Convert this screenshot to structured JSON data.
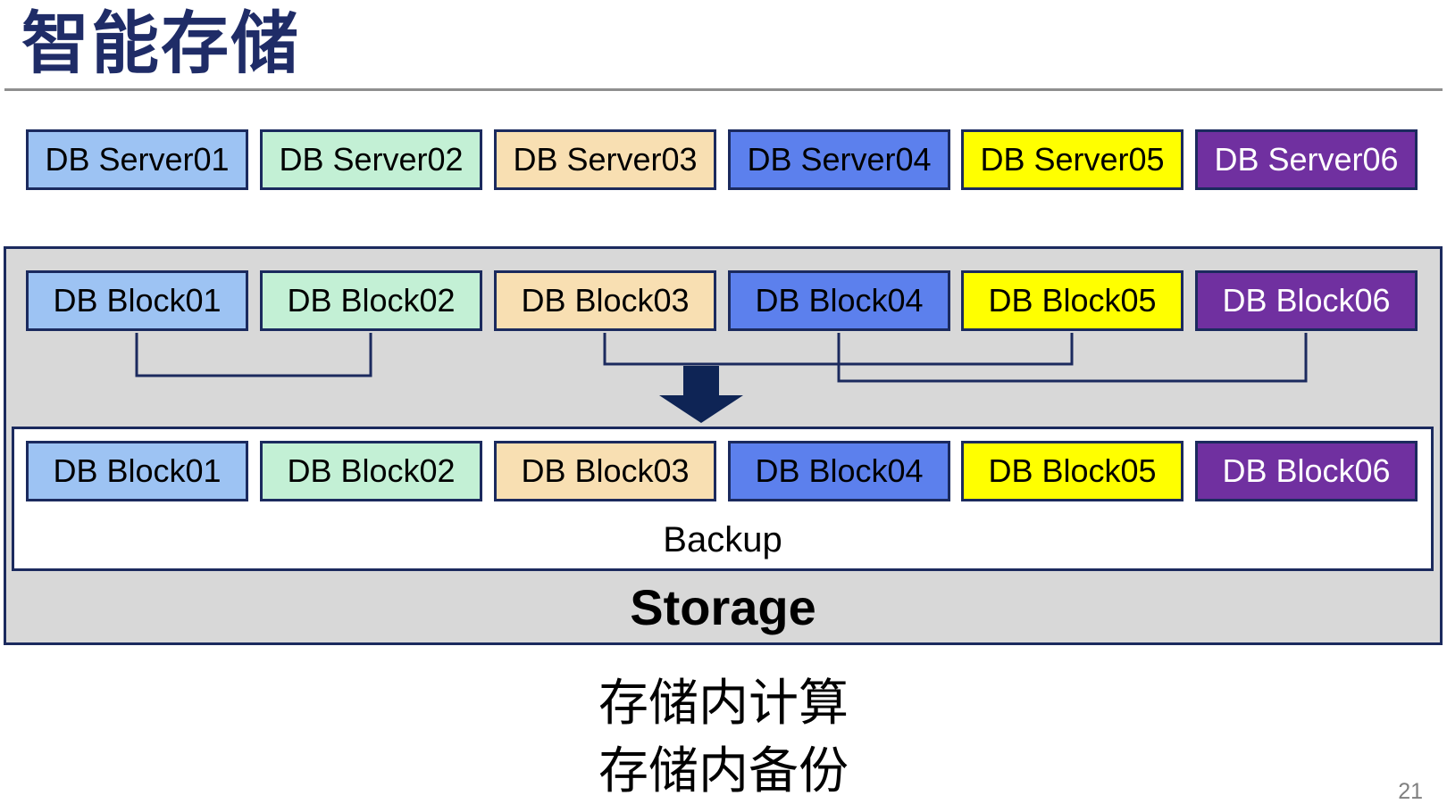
{
  "slide": {
    "title": "智能存储",
    "page_number": "21",
    "caption": {
      "line1": "存储内计算",
      "line2": "存储内备份"
    }
  },
  "colors": {
    "title": "#1F2C67",
    "rule": "#8F8F8F",
    "border": "#1B2A5E",
    "arrow": "#0E2455",
    "container_fill": "#D8D8D8",
    "col1": "#9DC3F3",
    "col2": "#C3F0D5",
    "col3": "#F8DFB2",
    "col4": "#5C80ED",
    "col5": "#FFFF00",
    "col6": "#7030A0",
    "col6_text": "#FFFFFF",
    "pagenum": "#808080"
  },
  "servers": [
    {
      "label": "DB Server01"
    },
    {
      "label": "DB Server02"
    },
    {
      "label": "DB Server03"
    },
    {
      "label": "DB Server04"
    },
    {
      "label": "DB Server05"
    },
    {
      "label": "DB Server06"
    }
  ],
  "storage": {
    "blocks_top": [
      {
        "label": "DB Block01"
      },
      {
        "label": "DB Block02"
      },
      {
        "label": "DB Block03"
      },
      {
        "label": "DB Block04"
      },
      {
        "label": "DB Block05"
      },
      {
        "label": "DB Block06"
      }
    ],
    "blocks_backup": [
      {
        "label": "DB Block01"
      },
      {
        "label": "DB Block02"
      },
      {
        "label": "DB Block03"
      },
      {
        "label": "DB Block04"
      },
      {
        "label": "DB Block05"
      },
      {
        "label": "DB Block06"
      }
    ],
    "backup_label": "Backup",
    "storage_label": "Storage"
  }
}
